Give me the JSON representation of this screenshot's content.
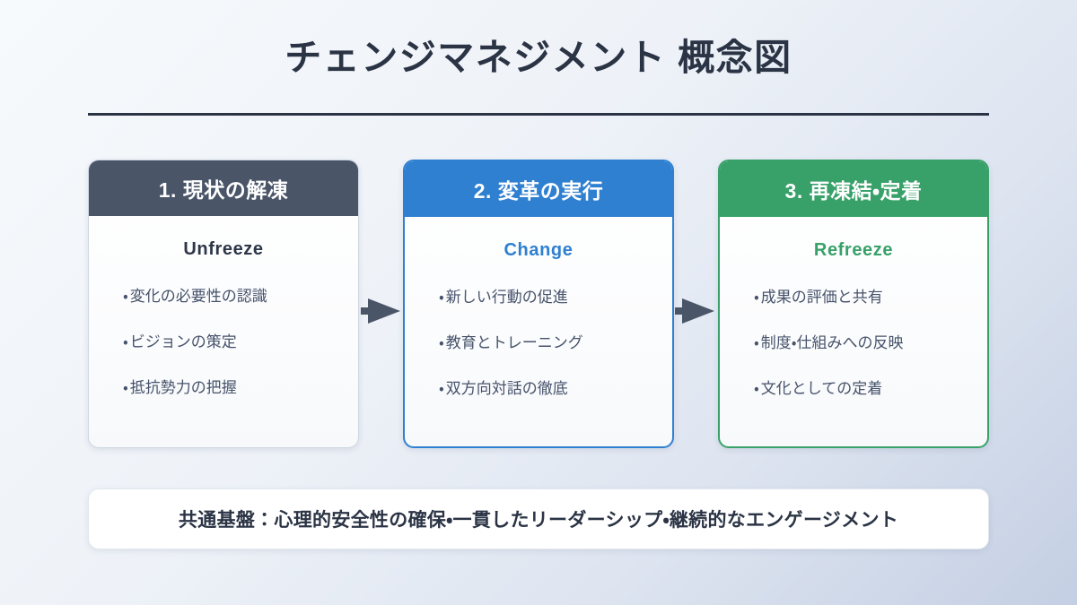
{
  "header": {
    "title": "チェンジマネジメント 概念図"
  },
  "colors": {
    "background_start": "#f7fafc",
    "background_end": "#c4cfe3",
    "title_text": "#2b3445",
    "divider": "#2b3445",
    "stage1_accent": "#4a5568",
    "stage2_accent": "#2f80d0",
    "stage3_accent": "#38a169",
    "body_text": "#47536b",
    "card_background": "#ffffff",
    "arrow": "#4a5568"
  },
  "stages": [
    {
      "id": "unfreeze",
      "heading": "1. 現状の解凍",
      "subtitle": "Unfreeze",
      "accent": "#4a5568",
      "bullet_marker": "・",
      "bullets": [
        "変化の必要性の認識",
        "ビジョンの策定",
        "抵抗勢力の把握"
      ]
    },
    {
      "id": "change",
      "heading": "2. 変革の実行",
      "subtitle": "Change",
      "accent": "#2f80d0",
      "bullet_marker": "・",
      "bullets": [
        "新しい行動の促進",
        "教育とトレーニング",
        "双方向対話の徹底"
      ]
    },
    {
      "id": "refreeze",
      "heading": "3. 再凍結・定着",
      "subtitle": "Refreeze",
      "accent": "#38a169",
      "bullet_marker": "・",
      "bullets": [
        "成果の評価と共有",
        "制度・仕組みへの反映",
        "文化としての定着"
      ]
    }
  ],
  "connectors": [
    {
      "id": "arrow-stage1-to-stage2",
      "icon": "arrow-right-icon"
    },
    {
      "id": "arrow-stage2-to-stage3",
      "icon": "arrow-right-icon"
    }
  ],
  "footer": {
    "text": "共通基盤：心理的安全性の確保・一貫したリーダーシップ・継続的なエンゲージメント"
  }
}
